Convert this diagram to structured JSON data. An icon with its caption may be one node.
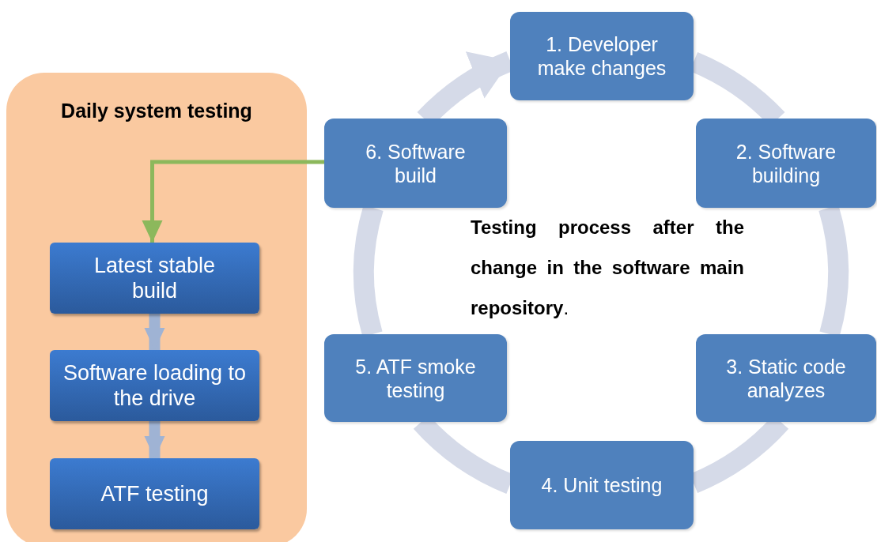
{
  "diagram": {
    "nodes": [
      {
        "text": [
          "Daily system testing"
        ]
      },
      {
        "text": [
          "Latest stable build"
        ],
        "in": 0
      },
      {
        "text": [
          "Software loading to the drive"
        ],
        "in": 0
      },
      {
        "text": [
          "ATF testing"
        ],
        "in": 0
      },
      {
        "text": [
          "1. Developer make changes"
        ]
      },
      {
        "text": [
          "2. Software building"
        ]
      },
      {
        "text": [
          "3. Static code analyzes"
        ]
      },
      {
        "text": [
          "4. Unit testing"
        ]
      },
      {
        "text": [
          "5. ATF smoke testing"
        ]
      },
      {
        "text": [
          "6. Software build"
        ]
      }
    ],
    "edges": [
      {
        "from": 9,
        "to": 1,
        "arrow": "to",
        "color": "#8cb85c"
      },
      {
        "from": 1,
        "to": 2,
        "arrow": "to",
        "color": "#9fb3d4"
      },
      {
        "from": 2,
        "to": 3,
        "arrow": "to",
        "color": "#9fb3d4"
      },
      {
        "from": 4,
        "to": 5,
        "arrow": "none"
      },
      {
        "from": 5,
        "to": 6,
        "arrow": "none"
      },
      {
        "from": 6,
        "to": 7,
        "arrow": "none"
      },
      {
        "from": 7,
        "to": 8,
        "arrow": "none"
      },
      {
        "from": 8,
        "to": 9,
        "arrow": "none"
      },
      {
        "from": 9,
        "to": 4,
        "arrow": "to"
      }
    ],
    "labels": [
      "**Testing process after the change in the software main repository**."
    ]
  }
}
